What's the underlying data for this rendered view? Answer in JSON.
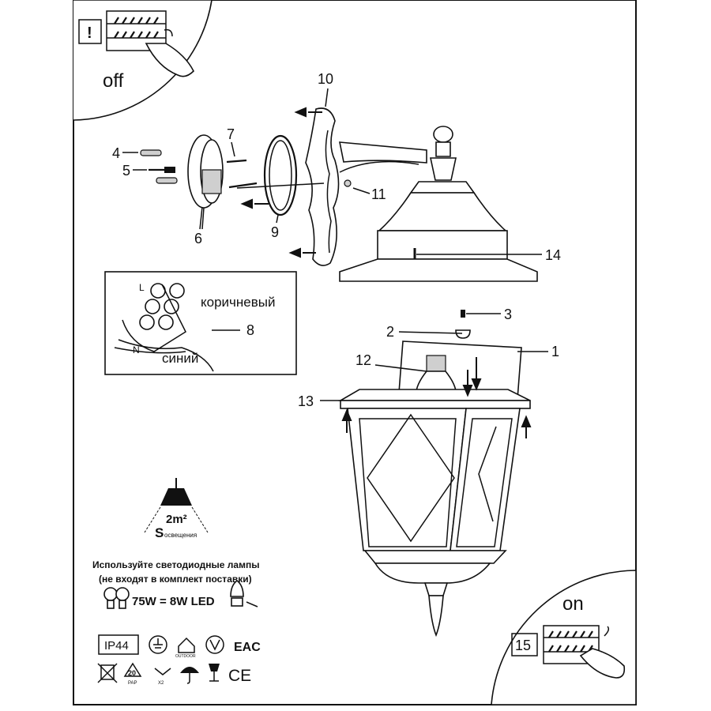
{
  "corner_top": {
    "label": "off",
    "warning_mark": "!"
  },
  "corner_bottom": {
    "label": "on",
    "callout": "15"
  },
  "callouts": [
    "1",
    "2",
    "3",
    "4",
    "5",
    "6",
    "7",
    "8",
    "9",
    "10",
    "11",
    "12",
    "13",
    "14"
  ],
  "wiring": {
    "brown_label": "коричневый",
    "blue_label": "синий",
    "live_mark": "L",
    "neutral_mark": "N"
  },
  "illumination": {
    "area": "2m²",
    "s_letter": "S",
    "s_subscript": "освещения"
  },
  "lamp_notice": {
    "line1": "Используйте светодиодные лампы",
    "line2": "(не входят в комплект поставки)",
    "equivalence": "75W = 8W LED"
  },
  "symbols": {
    "ip_rating": "IP44",
    "outdoor": "OUTDOOR",
    "eac": "EAC",
    "recycle_number": "20",
    "recycle_code": "PAP",
    "x2": "X2",
    "ce": "CE"
  },
  "icons": [
    "hand-switch-off-icon",
    "hand-switch-on-icon",
    "ground-icon",
    "outdoor-icon",
    "rostest-icon",
    "eac-icon",
    "no-bin-icon",
    "recycle-icon",
    "x2-icon",
    "umbrella-icon",
    "fragile-icon",
    "ce-icon",
    "bulb-icon",
    "led-candle-icon",
    "ceiling-lamp-icon"
  ]
}
